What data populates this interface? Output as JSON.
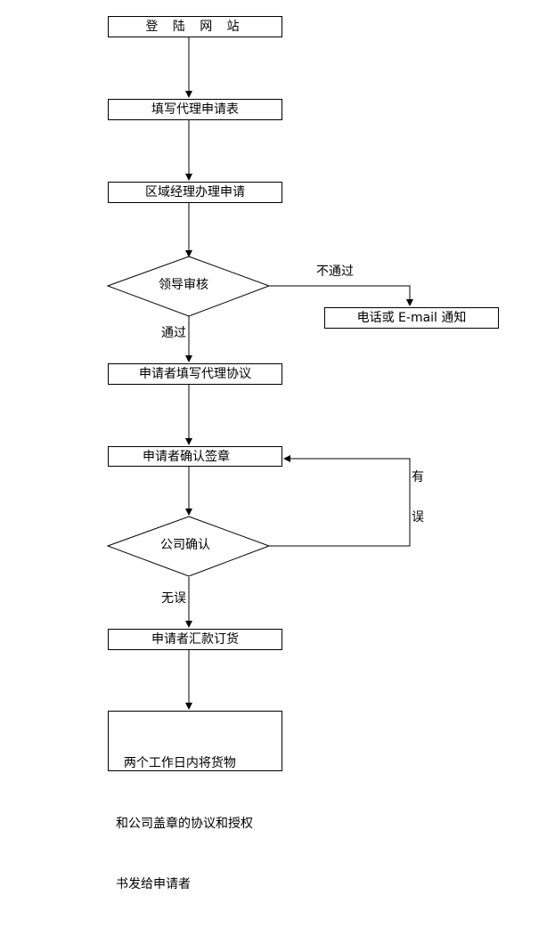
{
  "flow": {
    "step_login": "登 陆 网 站",
    "step_fill_form": "填写代理申请表",
    "step_regional": "区域经理办理申请",
    "decision_leader": "领导审核",
    "label_not_passed": "不通过",
    "step_notify": "电话或 E-mail 通知",
    "label_passed": "通过",
    "step_agreement": "申请者填写代理协议",
    "step_confirm_sign": "申请者确认签章",
    "label_error_1": "有",
    "label_error_2": "误",
    "decision_company": "公司确认",
    "label_no_error": "无误",
    "step_remit": "申请者汇款订货",
    "final_line_1": "  两个工作日内将货物",
    "final_line_2": "和公司盖章的协议和授权",
    "final_line_3": "书发给申请者"
  }
}
